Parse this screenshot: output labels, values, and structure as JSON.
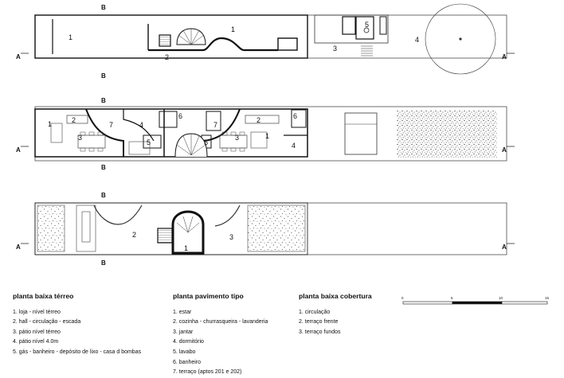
{
  "section_marks": {
    "a": "A",
    "b": "B"
  },
  "plan1_labels": [
    "1",
    "1",
    "2",
    "3",
    "5",
    "4"
  ],
  "plan2_labels": [
    "1",
    "2",
    "3",
    "7",
    "4",
    "6",
    "5",
    "7",
    "2",
    "6",
    "3",
    "1",
    "4",
    "5"
  ],
  "plan3_labels": [
    "2",
    "1",
    "3"
  ],
  "legend_terreo": {
    "title": "planta baixa térreo",
    "items": [
      "1. loja - nível térreo",
      "2. hall - circulação - escada",
      "3. pátio nível térreo",
      "4. pátio nível 4.0m",
      "5. gás - banheiro - depósito de lixo - casa d bombas"
    ]
  },
  "legend_tipo": {
    "title": "planta pavimento tipo",
    "items": [
      "1. estar",
      "2. cozinha - churrasqueira - lavanderia",
      "3. jantar",
      "4. dormitório",
      "5. lavabo",
      "6. banheiro",
      "7. terraço (aptos 201 e 202)"
    ]
  },
  "legend_cobertura": {
    "title": "planta baixa cobertura",
    "items": [
      "1. circulação",
      "2. terraço frente",
      "3. terraço fundos"
    ]
  },
  "scale_bar": {
    "ticks": [
      "0",
      "5",
      "10",
      "15"
    ]
  }
}
